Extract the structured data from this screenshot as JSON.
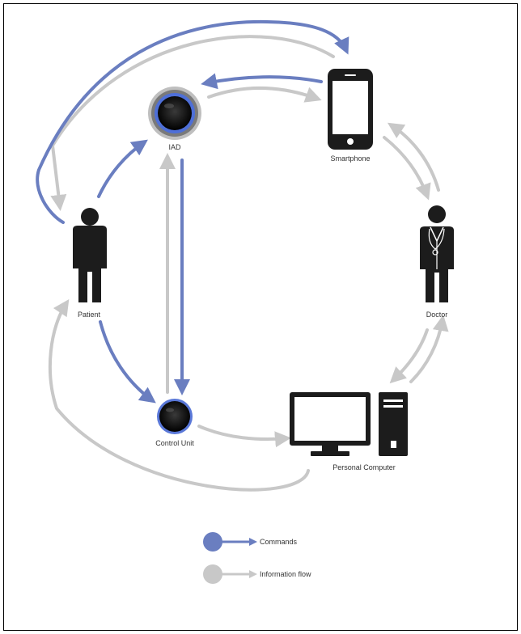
{
  "nodes": {
    "iad": "IAD",
    "smartphone": "Smartphone",
    "patient": "Patient",
    "doctor": "Doctor",
    "control_unit": "Control Unit",
    "personal_computer": "Personal Computer"
  },
  "legend": {
    "commands": "Commands",
    "information_flow": "Information flow"
  },
  "colors": {
    "commands": "#6a7ec0",
    "information_flow": "#c8c8c8",
    "figures": "#1c1c1c"
  }
}
